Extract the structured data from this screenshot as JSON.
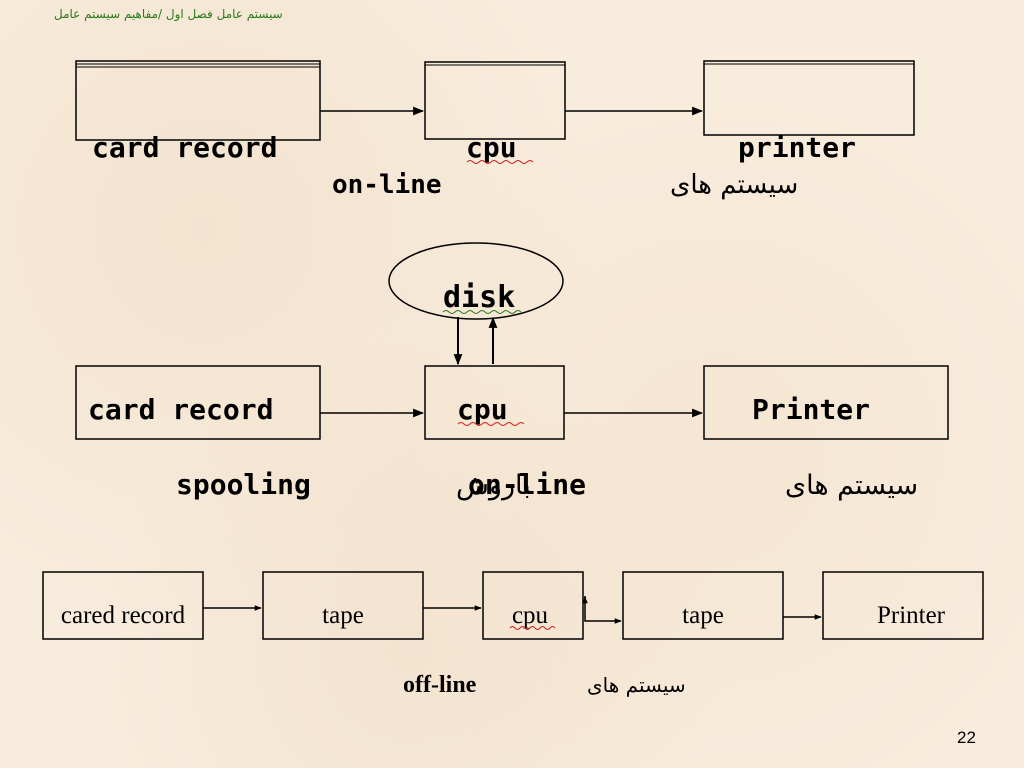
{
  "header": {
    "title": "سیستم عامل فصل اول /مفاهیم سیستم عامل"
  },
  "slide_number": "22",
  "diagram1": {
    "card_record": "card record",
    "cpu": "cpu",
    "printer": "printer",
    "caption_en": "on-line",
    "caption_fa": "سیستم های"
  },
  "diagram2": {
    "disk": "disk",
    "card_record": "card record",
    "cpu": "cpu",
    "printer": "Printer",
    "caption_fa1": "سیستم های",
    "caption_en1": "on-line",
    "caption_fa2": "باروش",
    "caption_en2": "spooling"
  },
  "diagram3": {
    "cared_record": "cared record",
    "tape1": "tape",
    "cpu": "cpu",
    "tape2": "tape",
    "printer": "Printer",
    "caption_en": "off-line",
    "caption_fa": "سیستم های"
  },
  "colors": {
    "spellcheck": "#d02020",
    "header": "#2a7a1a",
    "stroke": "#000000"
  }
}
